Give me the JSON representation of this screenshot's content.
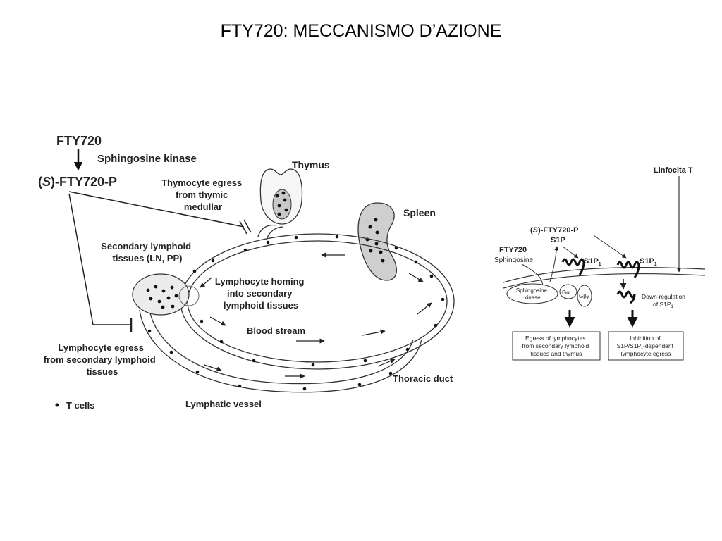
{
  "slide": {
    "title": "FTY720: MECCANISMO D’AZIONE"
  },
  "left": {
    "drug": "FTY720",
    "enzyme": "Sphingosine kinase",
    "product_s": "S",
    "product_rest": "-FTY720-P",
    "thymus": "Thymus",
    "thymocyte_egress": [
      "Thymocyte egress",
      "from thymic",
      "medullar"
    ],
    "spleen": "Spleen",
    "secondary_lymphoid": [
      "Secondary lymphoid",
      "tissues (LN, PP)"
    ],
    "homing": [
      "Lymphocyte homing",
      "into secondary",
      "lymphoid tissues"
    ],
    "blood_stream": "Blood stream",
    "lymph_egress": [
      "Lymphocyte egress",
      "from secondary lymphoid",
      "tissues"
    ],
    "thoracic_duct": "Thoracic duct",
    "lymphatic_vessel": "Lymphatic vessel",
    "legend_tcells": "T cells"
  },
  "right": {
    "linfocita": "Linfocita T",
    "s_fty_s": "S",
    "s_fty_rest": "-FTY720-P",
    "s1p": "S1P",
    "fty720": "FTY720",
    "sphingosine": "Sphingosine",
    "s1p1_a": "S1P",
    "s1p1_b": "S1P",
    "sub1": "1",
    "sphingosine_kinase": [
      "Sphingosine",
      "kinase"
    ],
    "galpha": "Gα",
    "gbeta": "Gβγ",
    "downreg": [
      "Down-regulation",
      "of S1P"
    ],
    "box1": [
      "Egress of lymphocytes",
      "from secondary lymphoid",
      "tissues and thymus"
    ],
    "box2": [
      "Inhibition of",
      "S1P/S1P₁-dependent",
      "lymphocyte egress"
    ]
  }
}
